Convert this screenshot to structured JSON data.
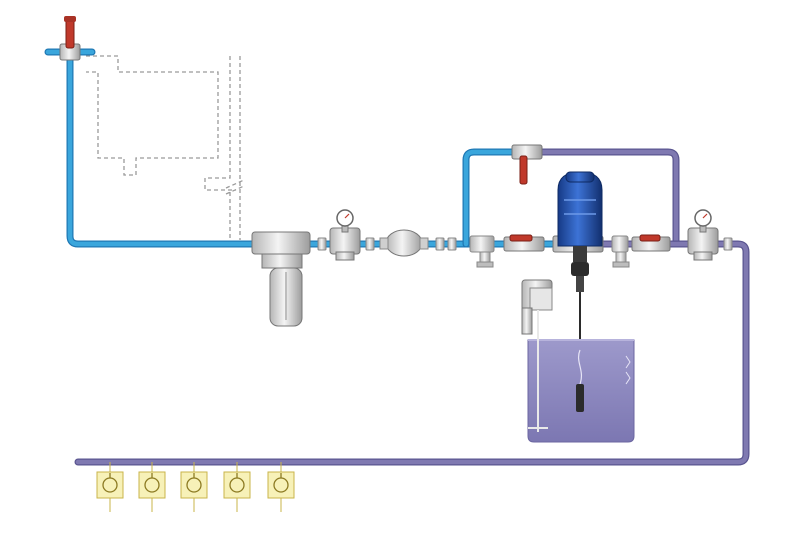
{
  "diagram": {
    "type": "water-line-dosing-installation",
    "colors": {
      "water_line": "#3aa6dc",
      "water_line_dark": "#1f78b4",
      "treated_line": "#7f79b1",
      "treated_line_dark": "#5a5590",
      "valve_red": "#c0392b",
      "dispenser_blue": "#1f4fb3",
      "tank_fill": "#8a86be",
      "equipment_grey": "#d9d9d9",
      "drinker_fill": "#f7f1b8",
      "drinker_border": "#c9b44a",
      "dashed_outline": "#9a9a9a"
    },
    "components": [
      {
        "id": "inlet-valve",
        "icon": "red-handle-valve-icon"
      },
      {
        "id": "header-tank",
        "icon": "dashed-tank-outline"
      },
      {
        "id": "filter",
        "icon": "cartridge-filter-icon"
      },
      {
        "id": "pressure-reducer-inlet",
        "icon": "pressure-reducer-gauge-icon"
      },
      {
        "id": "water-meter",
        "icon": "water-meter-icon"
      },
      {
        "id": "bypass-valve",
        "icon": "red-handle-valve-icon"
      },
      {
        "id": "inlet-isolation-valve",
        "icon": "red-handle-valve-icon"
      },
      {
        "id": "dosing-pump",
        "icon": "dosing-pump-icon"
      },
      {
        "id": "outlet-isolation-valve",
        "icon": "red-handle-valve-icon"
      },
      {
        "id": "pressure-reducer-outlet",
        "icon": "pressure-reducer-gauge-icon"
      },
      {
        "id": "stock-solution-tank",
        "icon": "tank-icon"
      },
      {
        "id": "tank-mixer",
        "icon": "electric-mixer-icon"
      },
      {
        "id": "drinker-line",
        "icon": "pipe-icon"
      }
    ],
    "drinkers": [
      {
        "id": "drinker-1",
        "icon": "drinker-icon"
      },
      {
        "id": "drinker-2",
        "icon": "drinker-icon"
      },
      {
        "id": "drinker-3",
        "icon": "drinker-icon"
      },
      {
        "id": "drinker-4",
        "icon": "drinker-icon"
      },
      {
        "id": "drinker-5",
        "icon": "drinker-icon"
      }
    ]
  }
}
